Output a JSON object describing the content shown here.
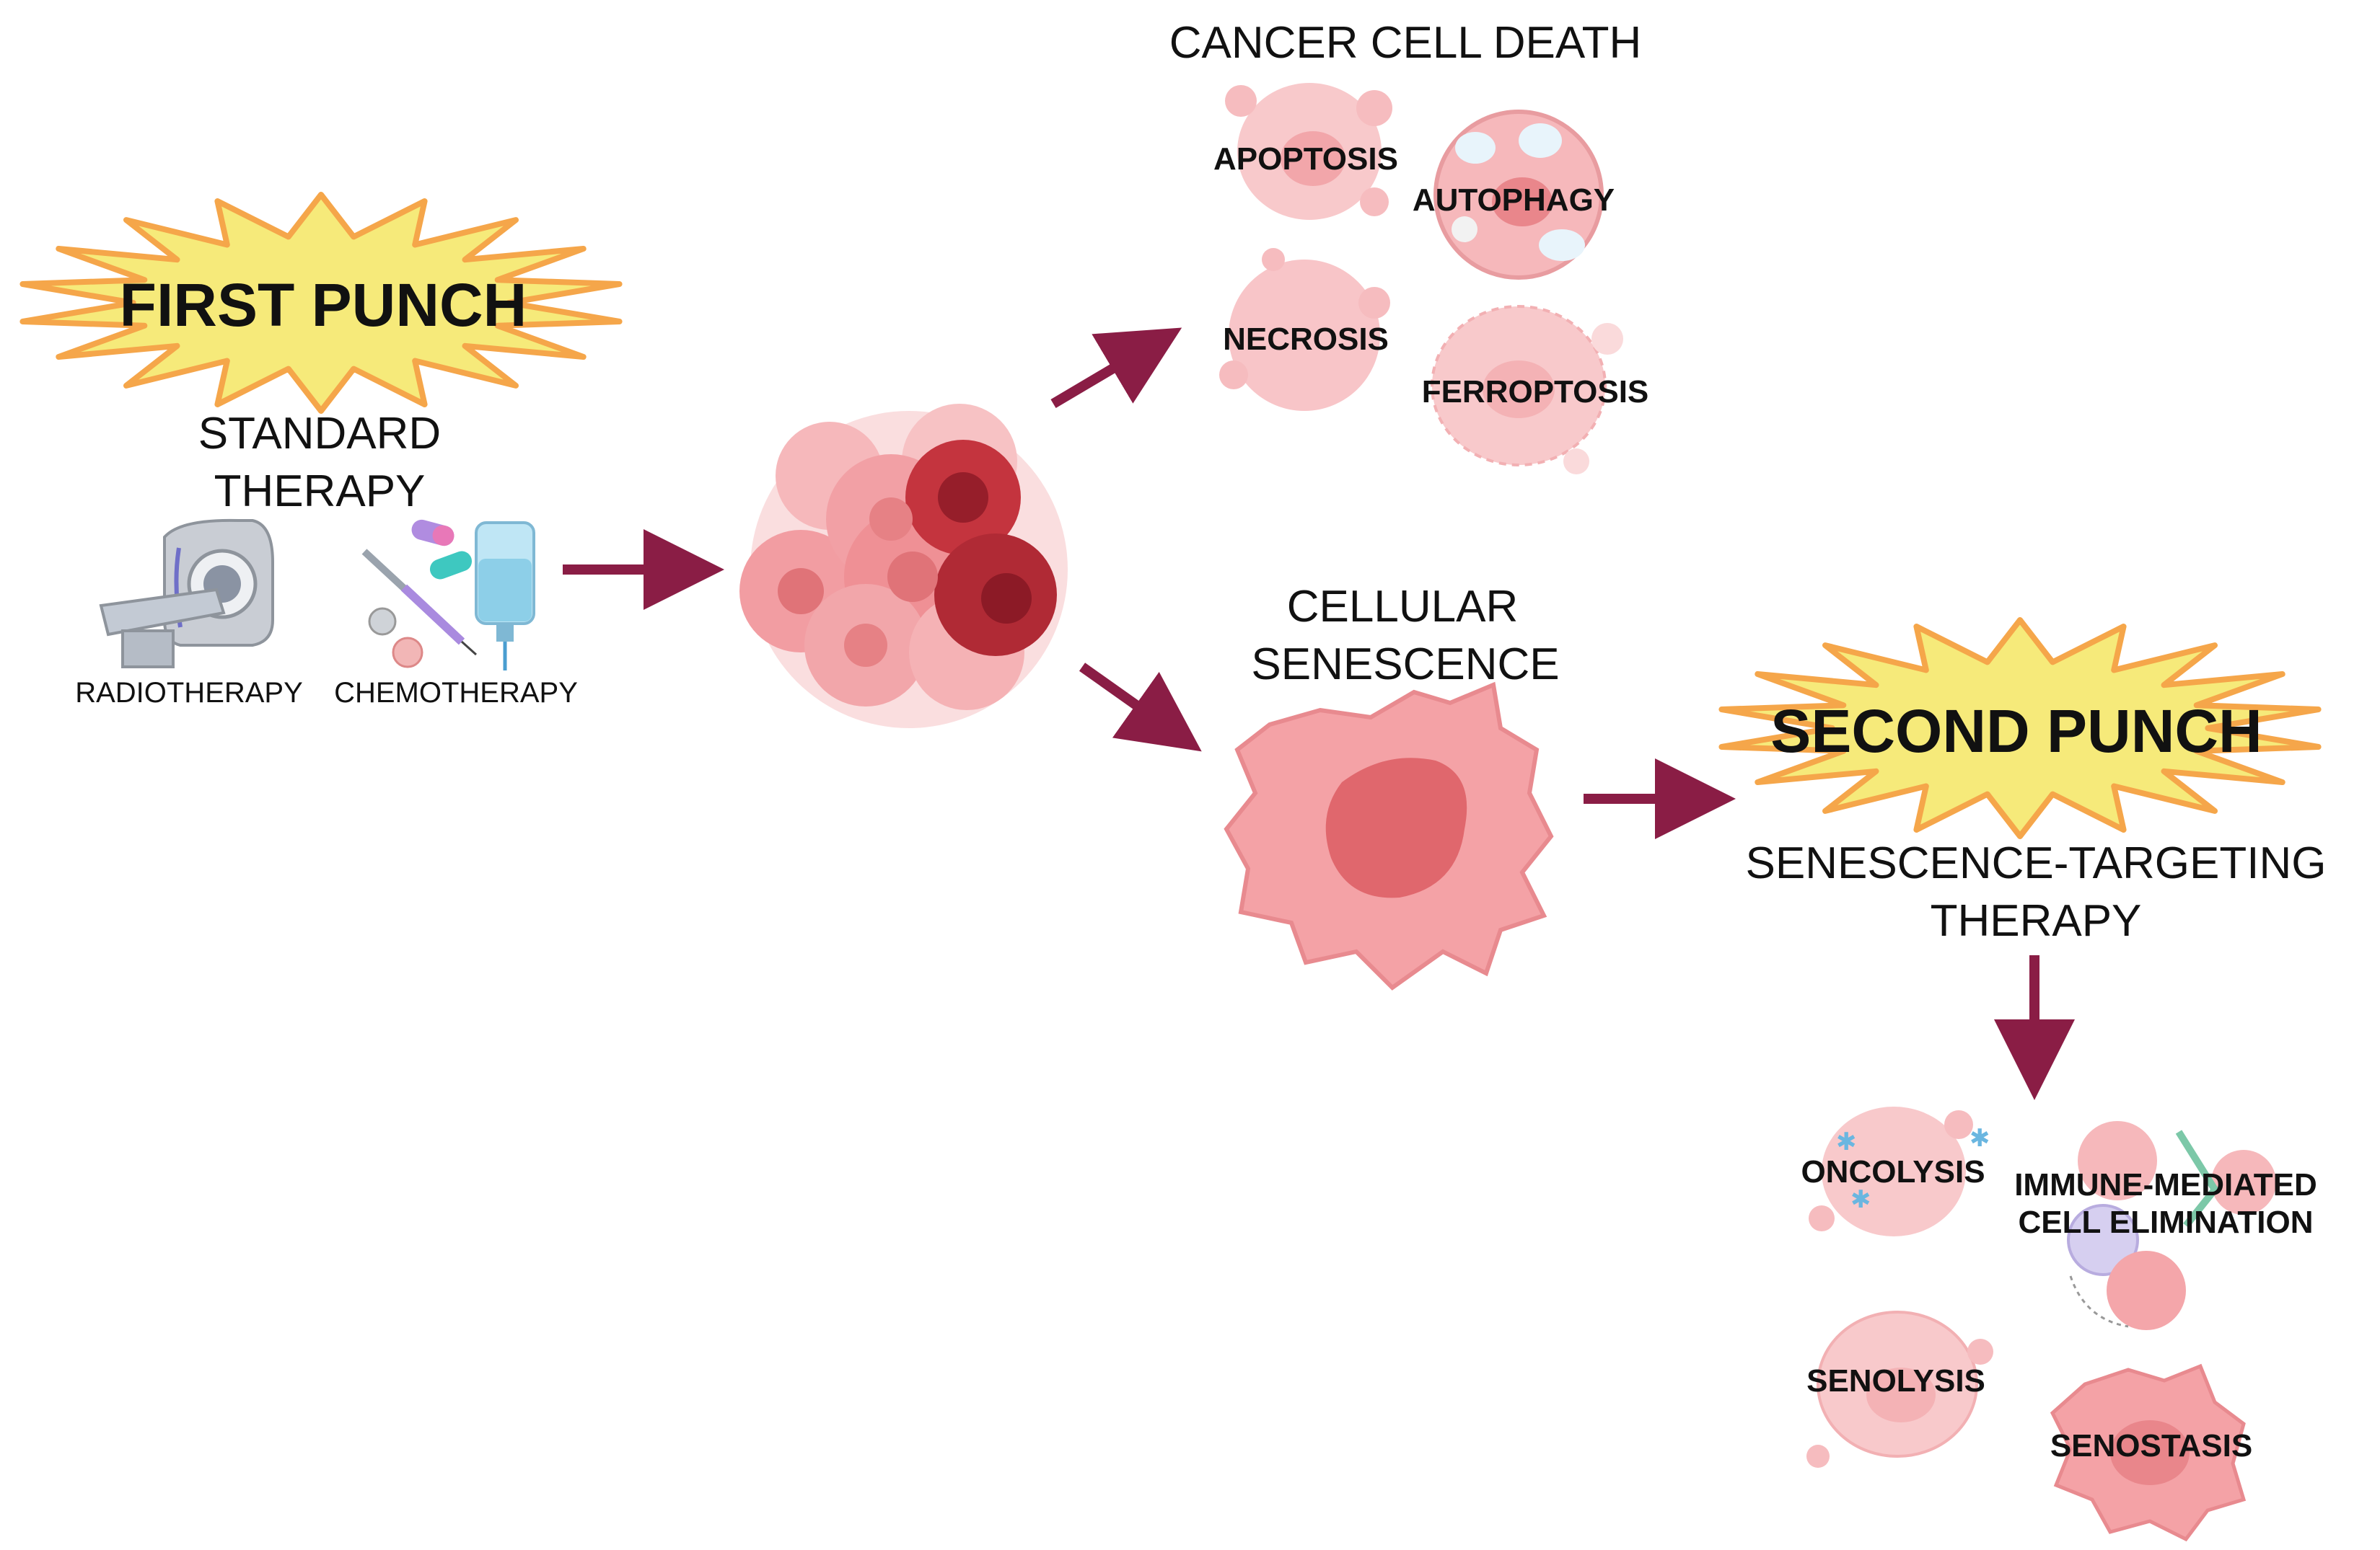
{
  "first_punch": {
    "title": "FIRST PUNCH",
    "subtitle_line1": "STANDARD",
    "subtitle_line2": "THERAPY",
    "radiotherapy": "RADIOTHERAPY",
    "chemotherapy": "CHEMOTHERAPY"
  },
  "cancer_cell_death": {
    "title": "CANCER CELL DEATH",
    "apoptosis": "APOPTOSIS",
    "autophagy": "AUTOPHAGY",
    "necrosis": "NECROSIS",
    "ferroptosis": "FERROPTOSIS"
  },
  "senescence": {
    "title_line1": "CELLULAR",
    "title_line2": "SENESCENCE"
  },
  "second_punch": {
    "title": "SECOND PUNCH",
    "subtitle_line1": "SENESCENCE-TARGETING",
    "subtitle_line2": "THERAPY"
  },
  "outcomes": {
    "oncolysis": "ONCOLYSIS",
    "immune_line1": "IMMUNE-MEDIATED",
    "immune_line2": "CELL ELIMINATION",
    "senolysis": "SENOLYSIS",
    "senostasis": "SENOSTASIS"
  },
  "colors": {
    "arrow": "#8a1d45",
    "burst_fill": "#f6ea7a",
    "burst_stroke": "#f5a64a",
    "cell_fill": "#f4a2a6",
    "cell_dark": "#c4343e"
  }
}
